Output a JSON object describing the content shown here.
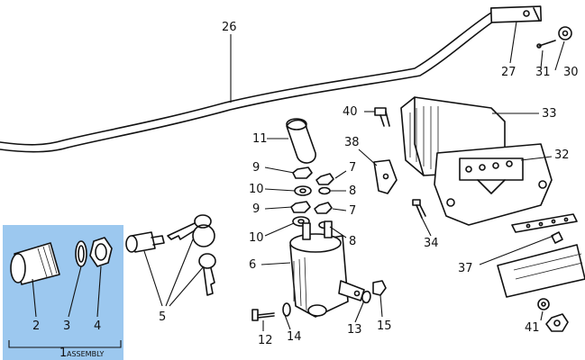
{
  "diagram": {
    "accent_color": "#9cc8ef",
    "callouts": {
      "p26": "26",
      "p27": "27",
      "p31": "31",
      "p30": "30",
      "p33": "33",
      "p40": "40",
      "p11": "11",
      "p38": "38",
      "p32": "32",
      "p9a": "9",
      "p7a": "7",
      "p10a": "10",
      "p8a": "8",
      "p9b": "9",
      "p7b": "7",
      "p10b": "10",
      "p8b": "8",
      "p34": "34",
      "p6": "6",
      "p37": "37",
      "p5": "5",
      "p2": "2",
      "p3": "3",
      "p4": "4",
      "p12": "12",
      "p14": "14",
      "p13": "13",
      "p15": "15",
      "p41": "41",
      "p1": "1"
    },
    "assembly_label": "ASSEMBLY"
  }
}
